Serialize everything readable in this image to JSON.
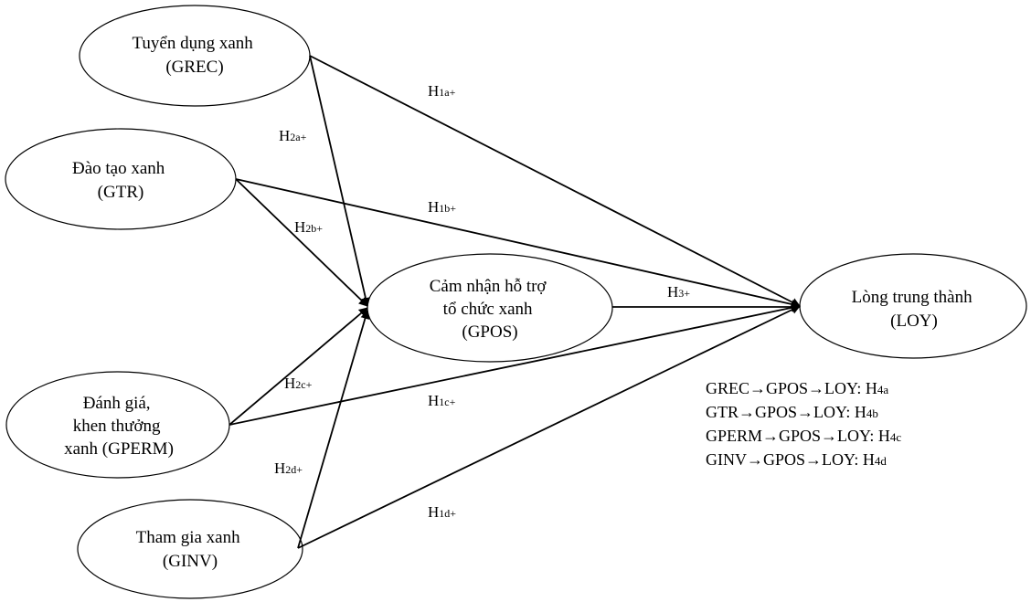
{
  "nodes": {
    "grec": {
      "lines": [
        "Tuyển dụng xanh",
        "(GREC)"
      ]
    },
    "gtr": {
      "lines": [
        "Đào tạo xanh",
        "(GTR)"
      ]
    },
    "gperm": {
      "lines": [
        "Đánh giá,",
        "khen thưởng",
        "xanh (GPERM)"
      ]
    },
    "ginv": {
      "lines": [
        "Tham gia xanh",
        "(GINV)"
      ]
    },
    "gpos": {
      "lines": [
        "Cảm nhận hỗ trợ",
        "tổ chức xanh",
        "(GPOS)"
      ]
    },
    "loy": {
      "lines": [
        "Lòng trung thành",
        "(LOY)"
      ]
    }
  },
  "hypotheses": {
    "h1a": {
      "main": "H",
      "sub": "1a+"
    },
    "h1b": {
      "main": "H",
      "sub": "1b+"
    },
    "h1c": {
      "main": "H",
      "sub": "1c+"
    },
    "h1d": {
      "main": "H",
      "sub": "1d+"
    },
    "h2a": {
      "main": "H",
      "sub": "2a+"
    },
    "h2b": {
      "main": "H",
      "sub": "2b+"
    },
    "h2c": {
      "main": "H",
      "sub": "2c+"
    },
    "h2d": {
      "main": "H",
      "sub": "2d+"
    },
    "h3": {
      "main": "H",
      "sub": "3+"
    }
  },
  "mediation_paths": [
    {
      "from": "GREC",
      "via": "GPOS",
      "to": "LOY",
      "arrow": "→",
      "sep": ": H",
      "sub": "4a"
    },
    {
      "from": "GTR",
      "via": "GPOS",
      "to": "LOY",
      "arrow": "→",
      "sep": ": H",
      "sub": "4b"
    },
    {
      "from": "GPERM",
      "via": "GPOS",
      "to": "LOY",
      "arrow": "→",
      "sep": ": H",
      "sub": "4c"
    },
    {
      "from": "GINV",
      "via": "GPOS",
      "to": "LOY",
      "arrow": "→",
      "sep": ": H",
      "sub": "4d"
    }
  ]
}
